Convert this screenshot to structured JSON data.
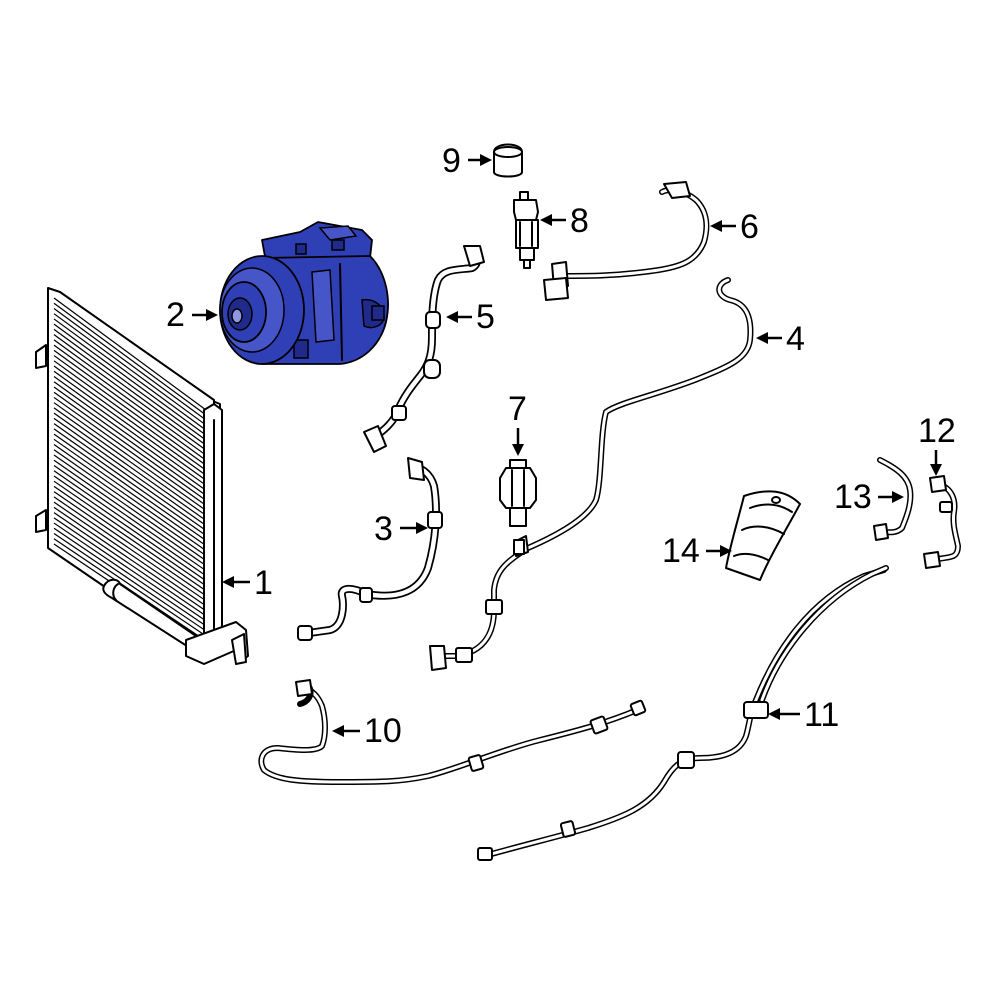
{
  "diagram": {
    "highlight_color": "#2f3fb6",
    "callouts": [
      {
        "num": "1"
      },
      {
        "num": "2"
      },
      {
        "num": "3"
      },
      {
        "num": "4"
      },
      {
        "num": "5"
      },
      {
        "num": "6"
      },
      {
        "num": "7"
      },
      {
        "num": "8"
      },
      {
        "num": "9"
      },
      {
        "num": "10"
      },
      {
        "num": "11"
      },
      {
        "num": "12"
      },
      {
        "num": "13"
      },
      {
        "num": "14"
      }
    ]
  }
}
